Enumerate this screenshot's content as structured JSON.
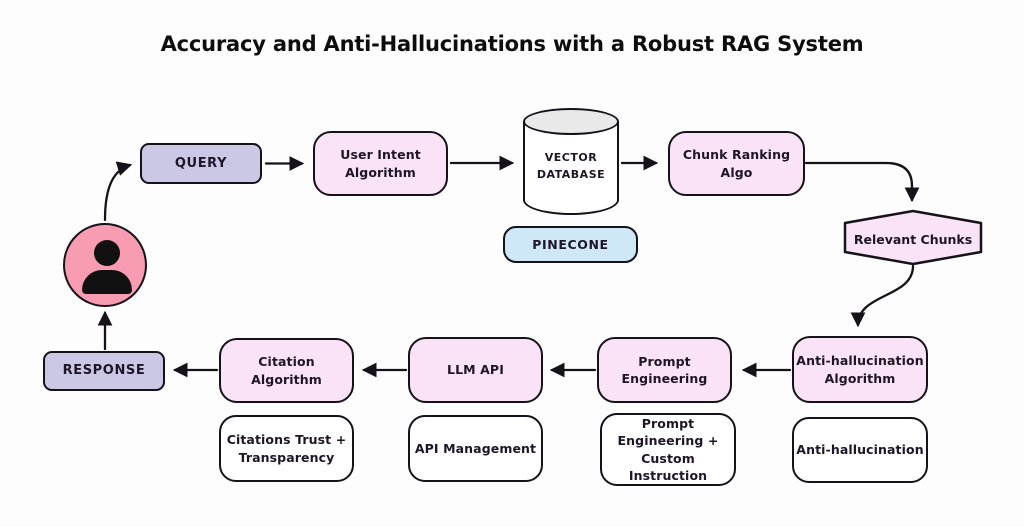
{
  "diagram": {
    "title": "Accuracy and Anti-Hallucinations with a Robust RAG System",
    "nodes": {
      "query": "QUERY",
      "user_intent": "User Intent\nAlgorithm",
      "vector_database": "VECTOR\nDATABASE",
      "pinecone": "PINECONE",
      "chunk_ranking": "Chunk Ranking\nAlgo",
      "relevant_chunks": "Relevant Chunks",
      "anti_hallucination_algorithm": "Anti-hallucination\nAlgorithm",
      "prompt_engineering": "Prompt\nEngineering",
      "llm_api": "LLM API",
      "citation_algorithm": "Citation\nAlgorithm",
      "response": "RESPONSE",
      "citations_trust": "Citations Trust +\nTransparency",
      "api_management": "API Management",
      "prompt_custom_instruction": "Prompt\nEngineering +\nCustom Instruction",
      "anti_hallucination": "Anti-hallucination"
    },
    "edges": [
      {
        "from": "user",
        "to": "query"
      },
      {
        "from": "query",
        "to": "user_intent"
      },
      {
        "from": "user_intent",
        "to": "vector_database"
      },
      {
        "from": "vector_database",
        "to": "chunk_ranking"
      },
      {
        "from": "chunk_ranking",
        "to": "relevant_chunks"
      },
      {
        "from": "relevant_chunks",
        "to": "anti_hallucination_algorithm"
      },
      {
        "from": "anti_hallucination_algorithm",
        "to": "prompt_engineering"
      },
      {
        "from": "prompt_engineering",
        "to": "llm_api"
      },
      {
        "from": "llm_api",
        "to": "citation_algorithm"
      },
      {
        "from": "citation_algorithm",
        "to": "response"
      },
      {
        "from": "response",
        "to": "user"
      }
    ]
  },
  "colors": {
    "pink-box": "#fae3f7",
    "lavender-box": "#cbc8e6",
    "blue-box": "#cfe8f8",
    "white-box": "#ffffff",
    "person-fill": "#f79cb1",
    "cylinder-top": "#e9e9e9",
    "border": "#15121a",
    "text": "#1e1528",
    "bg": "#fdfdfd"
  }
}
